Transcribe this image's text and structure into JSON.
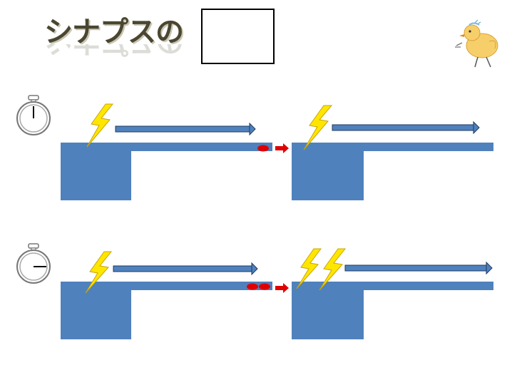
{
  "title": {
    "text": "シナプスの"
  },
  "answer_box": {
    "value": ""
  },
  "rows": [
    {
      "timer_icon": "stopwatch-icon",
      "neurotransmitter_dots": 1,
      "post_bolts": 1
    },
    {
      "timer_icon": "stopwatch-icon",
      "neurotransmitter_dots": 2,
      "post_bolts": 2
    }
  ],
  "colors": {
    "neuron": "#4f81bd",
    "arrow": "#4f81bd",
    "arrow_outline": "#1f3a60",
    "bolt": "#ffe600",
    "bolt_outline": "#c9a400",
    "signal": "#e00000",
    "title": "#4a4630"
  },
  "icons": {
    "lightning": "lightning-icon",
    "chick": "chick-icon",
    "stopwatch": "stopwatch-icon"
  }
}
